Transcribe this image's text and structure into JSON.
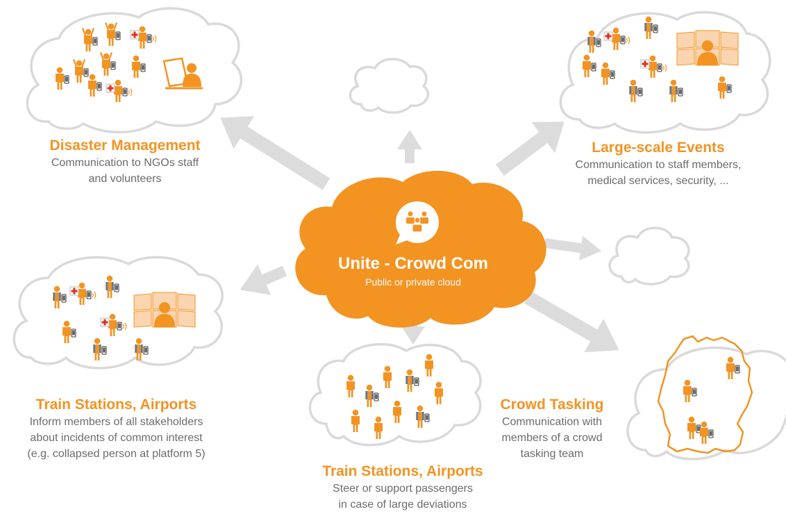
{
  "hub": {
    "title": "Unite - Crowd Com",
    "subtitle": "Public or private cloud"
  },
  "nodes": [
    {
      "id": "disaster",
      "title": "Disaster Management",
      "lines": [
        "Communication to NGOs staff",
        "and volunteers"
      ]
    },
    {
      "id": "events",
      "title": "Large-scale Events",
      "lines": [
        "Communication to staff members,",
        "medical services, security, ..."
      ]
    },
    {
      "id": "train-left",
      "title": "Train Stations, Airports",
      "lines": [
        "Inform members of all stakeholders",
        "about incidents of common interest",
        "(e.g. collapsed person at platform 5)"
      ]
    },
    {
      "id": "train-bottom",
      "title": "Train Stations, Airports",
      "lines": [
        "Steer or support passengers",
        "in case of large deviations"
      ]
    },
    {
      "id": "crowd-tasking",
      "title": "Crowd Tasking",
      "lines": [
        "Communication with",
        "members of a crowd",
        "tasking team"
      ]
    }
  ],
  "colors": {
    "accent": "#f39322",
    "cloud_outline": "#d9d9d9",
    "arrow": "#dcdcdc",
    "text": "#6b6b6b",
    "red_cross": "#e0301e",
    "screen": "#fad5b0"
  },
  "icons": [
    "crowd-chat-icon",
    "person-icon",
    "smartphone-icon",
    "red-cross-icon",
    "laptop-operator-icon",
    "video-wall-icon",
    "germany-map-icon"
  ]
}
